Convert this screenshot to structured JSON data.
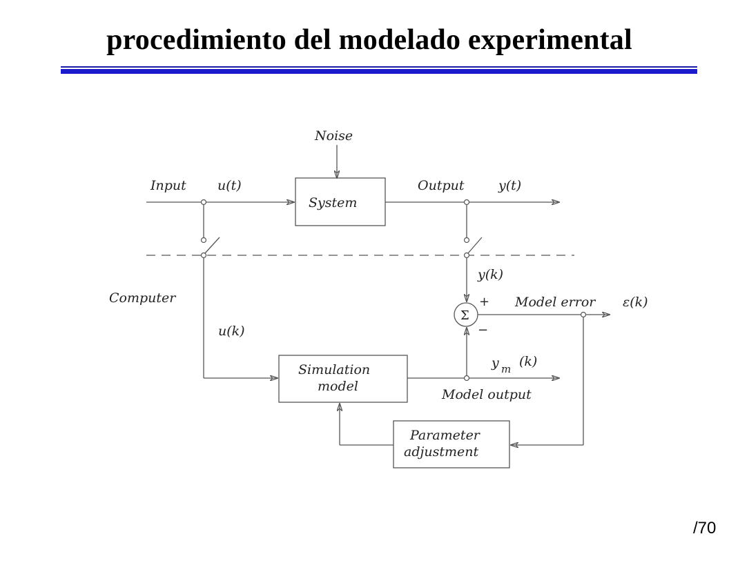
{
  "slide": {
    "title": "procedimiento del modelado experimental",
    "page_number": "/70"
  },
  "diagram": {
    "labels": {
      "noise": "Noise",
      "input": "Input",
      "u_t": "u(t)",
      "system": "System",
      "output": "Output",
      "y_t": "y(t)",
      "y_k": "y(k)",
      "computer": "Computer",
      "model_error": "Model error",
      "epsilon_k": "ε(k)",
      "plus_sign": "+",
      "minus_sign": "−",
      "sigma": "Σ",
      "u_k": "u(k)",
      "simulation_line1": "Simulation",
      "simulation_line2": "model",
      "y_m_base": "y",
      "y_m_sub": "m",
      "y_m_arg": "(k)",
      "model_output": "Model output",
      "parameter_line1": "Parameter",
      "parameter_line2": "adjustment"
    },
    "colors": {
      "line": "#555555",
      "title_rule": "#1c1ccc"
    }
  }
}
